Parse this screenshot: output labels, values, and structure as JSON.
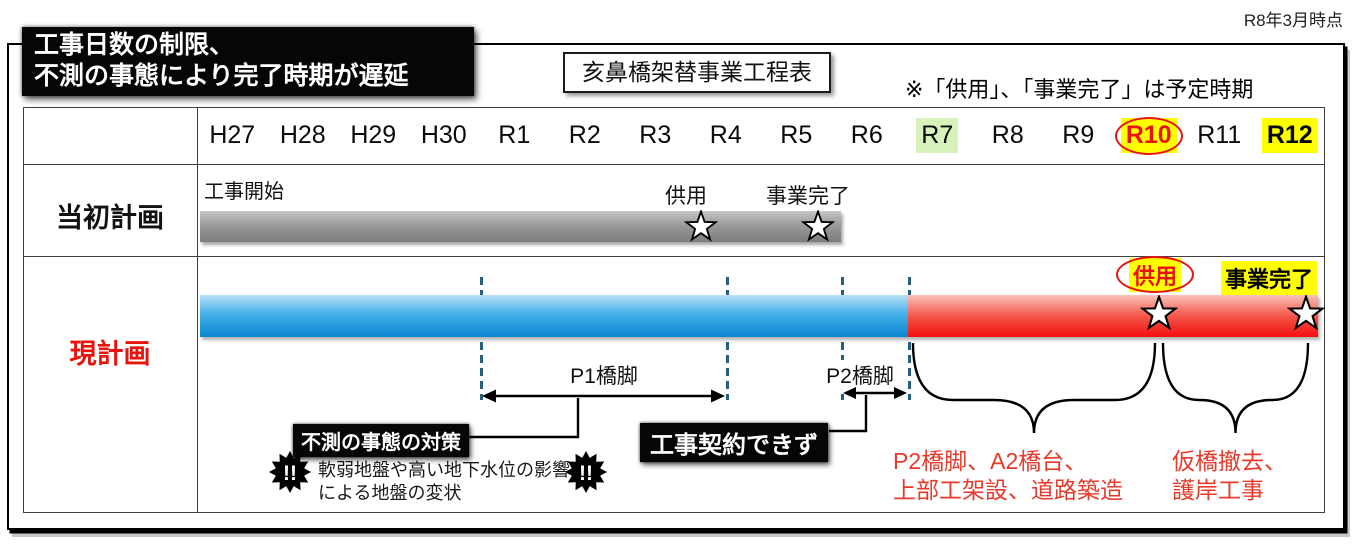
{
  "as_of": "R8年3月時点",
  "headline": {
    "line1": "工事日数の制限、",
    "line2": "不測の事態により完了時期が遅延"
  },
  "chart_title": "亥鼻橋架替事業工程表",
  "note": "※「供用」、「事業完了」は予定時期",
  "timeline": {
    "years": [
      {
        "label": "H27",
        "highlight": "none"
      },
      {
        "label": "H28",
        "highlight": "none"
      },
      {
        "label": "H29",
        "highlight": "none"
      },
      {
        "label": "H30",
        "highlight": "none"
      },
      {
        "label": "R1",
        "highlight": "none"
      },
      {
        "label": "R2",
        "highlight": "none"
      },
      {
        "label": "R3",
        "highlight": "none"
      },
      {
        "label": "R4",
        "highlight": "none"
      },
      {
        "label": "R5",
        "highlight": "none"
      },
      {
        "label": "R6",
        "highlight": "none"
      },
      {
        "label": "R7",
        "highlight": "green"
      },
      {
        "label": "R8",
        "highlight": "none"
      },
      {
        "label": "R9",
        "highlight": "none"
      },
      {
        "label": "R10",
        "highlight": "yellow-red-text-red-circle"
      },
      {
        "label": "R11",
        "highlight": "none"
      },
      {
        "label": "R12",
        "highlight": "yellow-bold"
      }
    ]
  },
  "original_plan": {
    "row_label": "当初計画",
    "start_label": "工事開始",
    "milestone_1": "供用",
    "milestone_2": "事業完了"
  },
  "current_plan": {
    "row_label": "現計画",
    "milestone_1": "供用",
    "milestone_2": "事業完了",
    "span_1": "P1橋脚",
    "span_2": "P2橋脚",
    "callout_1": {
      "title": "不測の事態の対策",
      "icon": "!!",
      "detail_line1": "軟弱地盤や高い地下水位の影響",
      "detail_line2": "による地盤の変状"
    },
    "callout_2": {
      "title": "工事契約できず",
      "icon": "!!"
    },
    "work_1": {
      "line1": "P2橋脚、A2橋台、",
      "line2": "上部工架設、道路築造"
    },
    "work_2": {
      "line1": "仮橋撤去、",
      "line2": "護岸工事"
    }
  },
  "colors": {
    "original_bar": "#8f8f8f",
    "current_bar_done": "#0a86d0",
    "current_bar_remaining": "#f30f0f",
    "accent_red": "#e8140c",
    "highlight_yellow": "#ffff00",
    "highlight_green": "#d9f1ba",
    "dashed_guide": "#27607e"
  },
  "chart_data": {
    "type": "bar",
    "subtype": "gantt-schedule",
    "title": "亥鼻橋架替事業工程表",
    "as_of": "R8年3月時点",
    "note": "※「供用」、「事業完了」は予定時期",
    "x_categories": [
      "H27",
      "H28",
      "H29",
      "H30",
      "R1",
      "R2",
      "R3",
      "R4",
      "R5",
      "R6",
      "R7",
      "R8",
      "R9",
      "R10",
      "R11",
      "R12"
    ],
    "highlighted_years": {
      "R7": "light-green",
      "R10": "yellow background, red text, red circle",
      "R12": "yellow background, bold"
    },
    "rows": [
      {
        "name": "当初計画",
        "bars": [
          {
            "label": "工事開始",
            "start": "H27",
            "end": "R5",
            "color": "#8f8f8f"
          }
        ],
        "milestones": [
          {
            "label": "供用",
            "at": "R4"
          },
          {
            "label": "事業完了",
            "at": "R5"
          }
        ]
      },
      {
        "name": "現計画",
        "bars": [
          {
            "start": "H27",
            "end": "R6",
            "color": "#0a86d0",
            "status": "done"
          },
          {
            "start": "R7",
            "end": "R12",
            "color": "#f30f0f",
            "status": "remaining"
          }
        ],
        "milestones": [
          {
            "label": "供用",
            "at": "R10"
          },
          {
            "label": "事業完了",
            "at": "R12"
          }
        ],
        "spans": [
          {
            "label": "P1橋脚",
            "start": "R1",
            "end": "R4"
          },
          {
            "label": "P2橋脚",
            "start": "R6",
            "end": "R7"
          }
        ],
        "annotations": [
          {
            "label": "不測の事態の対策",
            "detail": "軟弱地盤や高い地下水位の影響による地盤の変状",
            "points_to": "P1橋脚"
          },
          {
            "label": "工事契約できず",
            "points_to": "P2橋脚"
          },
          {
            "label": "P2橋脚、A2橋台、上部工架設、道路築造",
            "applies_to": "R7〜R10"
          },
          {
            "label": "仮橋撤去、護岸工事",
            "applies_to": "R10〜R12"
          }
        ]
      }
    ]
  }
}
